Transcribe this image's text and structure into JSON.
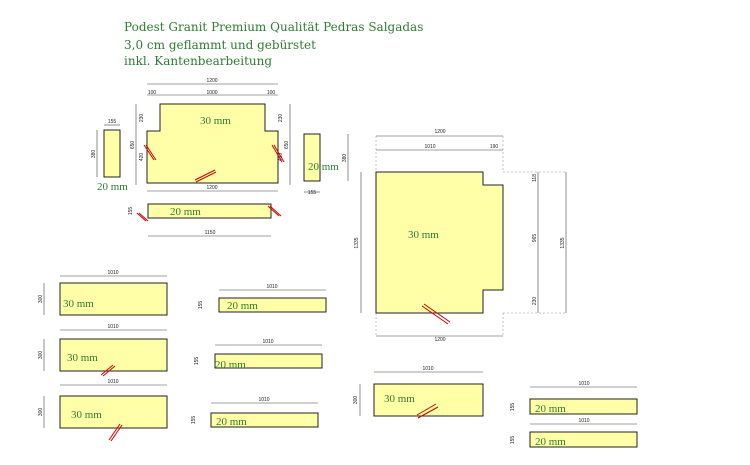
{
  "header": {
    "line1": "Podest Granit Premium Qualität Pedras Salgadas",
    "line2": "3,0 cm geflammt und gebürstet",
    "line3": "inkl. Kantenbearbeitung"
  },
  "labels": {
    "t30": "30 mm",
    "t20": "20 mm"
  },
  "dims": {
    "d1200": "1200",
    "d1000": "1000",
    "d100": "100",
    "d230": "230",
    "d650": "650",
    "d420": "420",
    "d155": "155",
    "d380": "380",
    "d1150": "1150",
    "d1010": "1010",
    "d190": "190",
    "d118": "118",
    "d965": "965",
    "d1335": "1335",
    "d300": "300"
  },
  "colors": {
    "stone": "#ffffa8",
    "thickness_text": "#2e7d32",
    "edge_mark": "#d40000"
  }
}
